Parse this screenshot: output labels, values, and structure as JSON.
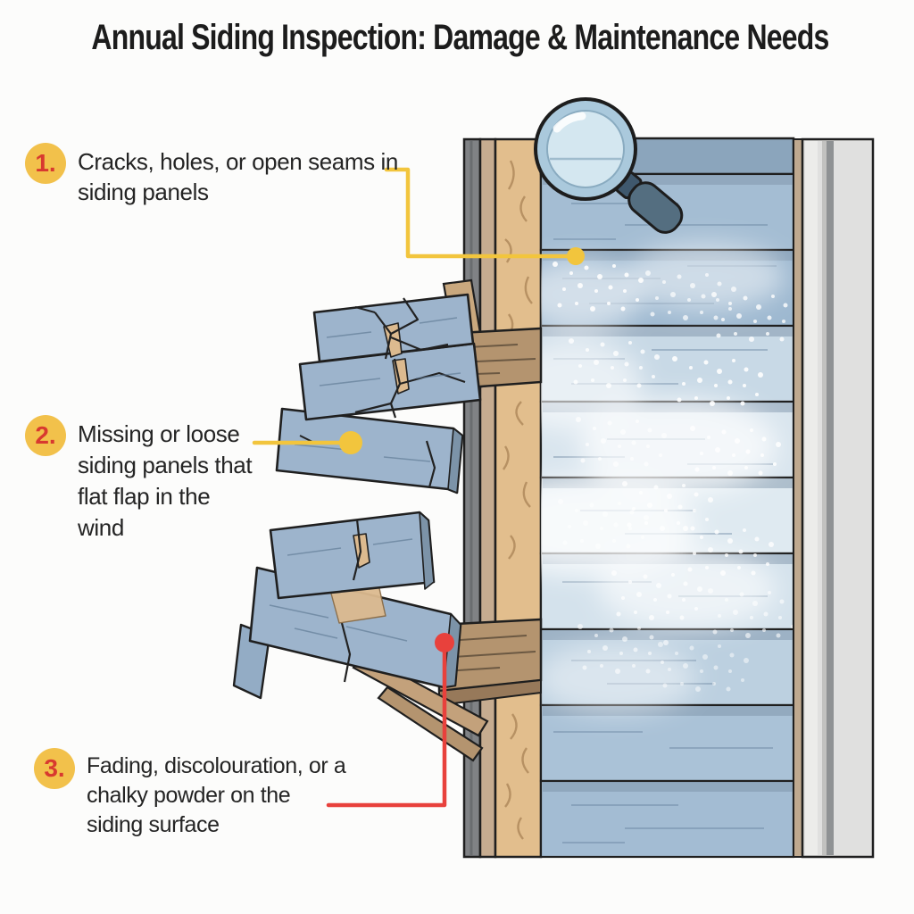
{
  "title": "Annual Siding Inspection: Damage & Maintenance Needs",
  "callouts": [
    {
      "number": "1.",
      "lines": [
        "Cracks, holes, or open seams in",
        "siding panels"
      ]
    },
    {
      "number": "2.",
      "lines": [
        "Missing or loose",
        "siding panels that",
        "flat flap in the",
        "wind"
      ]
    },
    {
      "number": "3.",
      "lines": [
        "Fading, discolouration, or a",
        "chalky powder on the",
        "siding surface"
      ]
    }
  ],
  "icons": {
    "magnifier": "magnifying-glass-icon"
  },
  "colors": {
    "background": "#FCFCFB",
    "title_text": "#1C1C1C",
    "body_text": "#242424",
    "callout_badge": "#F2C14B",
    "callout_number": "#D8392F",
    "connector_yellow": "#F2C53D",
    "connector_red": "#E8413C",
    "siding_blue": "#A3BCD3",
    "siding_faded": "#DFEAF1",
    "broken_panel_blue": "#9DB4CC",
    "crack_gap_tan": "#DCBA8F",
    "insulation_tan": "#E2BE8D",
    "wood_beam_brown": "#B4946F",
    "wall_post_gray": "#808285",
    "outer_band_gray": "#E0E0DF",
    "lens_fill": "#D4E7F0",
    "handle_slate": "#546E80"
  }
}
